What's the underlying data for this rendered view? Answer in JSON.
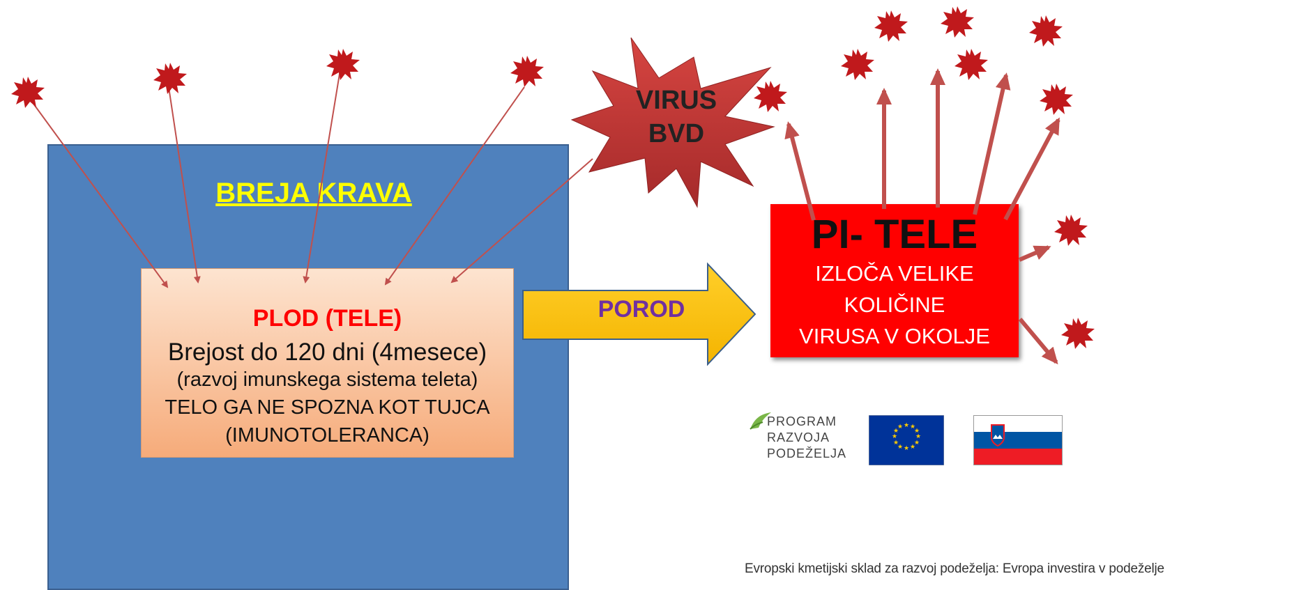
{
  "cow": {
    "title": "BREJA KRAVA"
  },
  "fetus": {
    "title": "PLOD (TELE)",
    "lines": [
      "Brejost do 120 dni (4mesece)",
      "(razvoj imunskega sistema teleta)",
      "TELO GA NE SPOZNA KOT TUJCA",
      "(IMUNOTOLERANCA)"
    ]
  },
  "birth": {
    "label": "POROD"
  },
  "virus": {
    "lines": [
      "VIRUS",
      "BVD"
    ]
  },
  "pi_calf": {
    "title": "PI- TELE",
    "lines": [
      "IZLOČA VELIKE",
      "KOLIČINE",
      "VIRUSA V OKOLJE"
    ]
  },
  "logo": {
    "lines": [
      "PROGRAM",
      "RAZVOJA",
      "PODEŽELJA"
    ]
  },
  "footer": {
    "text": "Evropski kmetijski sklad za razvoj podeželja: Evropa investira v podeželje"
  },
  "colors": {
    "cow_box": "#4f81bd",
    "cow_title": "#ffff00",
    "fetus_title": "#ff0000",
    "birth_arrow": "#ffc000",
    "birth_label": "#7030a0",
    "virus_burst": "#c0393b",
    "pi_box": "#ff0000",
    "arrows": "#c0504d"
  }
}
